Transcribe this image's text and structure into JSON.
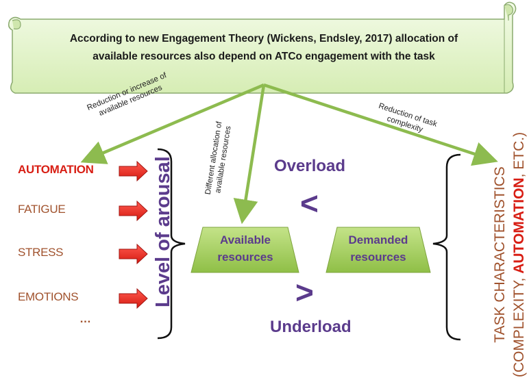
{
  "banner": {
    "line1": "According to new Engagement Theory (Wickens, Endsley, 2017) allocation of",
    "line2": "available resources also depend on ATCo engagement with the task"
  },
  "arrows": {
    "left_label_line1": "Reduction or increase of",
    "left_label_line2": "available resources",
    "middle_label_line1": "Different allocation of",
    "middle_label_line2": "available resources",
    "right_label_line1": "Reduction of task",
    "right_label_line2": "complexity"
  },
  "factors": [
    {
      "label": "AUTOMATION",
      "highlight": true
    },
    {
      "label": "FATIGUE",
      "highlight": false
    },
    {
      "label": "STRESS",
      "highlight": false
    },
    {
      "label": "EMOTIONS",
      "highlight": false
    },
    {
      "label": "…",
      "highlight": false
    }
  ],
  "arousal_label": "Level of arousal",
  "available": {
    "line1": "Available",
    "line2": "resources"
  },
  "demanded": {
    "line1": "Demanded",
    "line2": "resources"
  },
  "overload": {
    "label": "Overload",
    "symbol": "<"
  },
  "underload": {
    "label": "Underload",
    "symbol": ">"
  },
  "task": {
    "line1": "TASK CHARACTERISTICS",
    "line2_pre": "(COMPLEXITY, ",
    "line2_highlight": "AUTOMATION",
    "line2_post": ", ETC.)"
  },
  "colors": {
    "banner_fill": "#e6f5cf",
    "arrow_green": "#8dbb4f",
    "trapezoid_green": "#a5cf5e",
    "purple": "#5b3b8c",
    "factor_brown": "#a0522d",
    "automation_red": "#d81e14"
  }
}
